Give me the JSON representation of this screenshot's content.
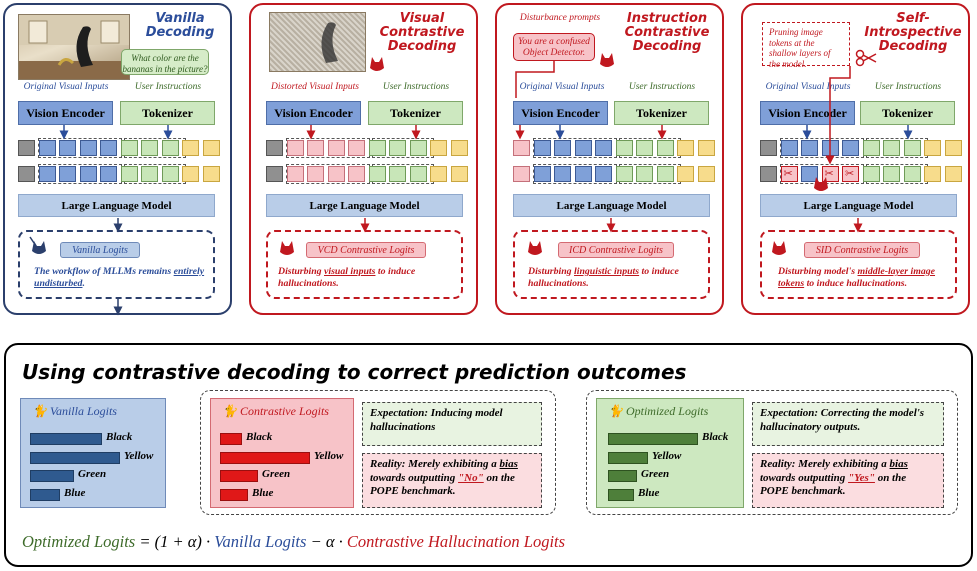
{
  "panels": [
    {
      "title_l1": "Vanilla",
      "title_l2": "Decoding",
      "question": "What color are the bananas in the picture?",
      "img_label": "Original Visual Inputs",
      "instr_label": "User Instructions",
      "encoder": "Vision Encoder",
      "tokenizer": "Tokenizer",
      "llm": "Large Language Model",
      "logits": "Vanilla Logits",
      "desc_a": "The workflow of MLLMs remains",
      "desc_b": "entirely undisturbed",
      "desc_c": "."
    },
    {
      "title_l1": "Visual",
      "title_l2": "Contrastive",
      "title_l3": "Decoding",
      "img_label": "Distorted Visual Inputs",
      "instr_label": "User Instructions",
      "encoder": "Vision Encoder",
      "tokenizer": "Tokenizer",
      "llm": "Large Language Model",
      "logits": "VCD Contrastive Logits",
      "desc_a": "Disturbing ",
      "desc_b": "visual inputs",
      "desc_c": " to induce hallucinations."
    },
    {
      "title_l1": "Instruction",
      "title_l2": "Contrastive",
      "title_l3": "Decoding",
      "disturb_label": "Disturbance prompts",
      "disturb_text": "You are a confused Object Detector.",
      "img_label": "Original Visual Inputs",
      "instr_label": "User Instructions",
      "encoder": "Vision Encoder",
      "tokenizer": "Tokenizer",
      "llm": "Large Language Model",
      "logits": "ICD Contrastive Logits",
      "desc_a": "Disturbing ",
      "desc_b": "linguistic inputs",
      "desc_c": " to induce hallucinations."
    },
    {
      "title_l1": "Self-",
      "title_l2": "Introspective",
      "title_l3": "Decoding",
      "prune_text": "Pruning image tokens at the shallow layers of the model.",
      "img_label": "Original Visual Inputs",
      "instr_label": "User Instructions",
      "encoder": "Vision Encoder",
      "tokenizer": "Tokenizer",
      "llm": "Large Language Model",
      "logits": "SID Contrastive Logits",
      "desc_a": "Disturbing model's ",
      "desc_b": "middle-layer image tokens",
      "desc_c": " to induce hallucinations."
    }
  ],
  "bottom": {
    "title": "Using contrastive decoding to correct prediction outcomes",
    "vanilla": {
      "label": "Vanilla Logits",
      "bars": [
        {
          "name": "Black",
          "value": 0.6
        },
        {
          "name": "Yellow",
          "value": 0.75
        },
        {
          "name": "Green",
          "value": 0.37
        },
        {
          "name": "Blue",
          "value": 0.25
        }
      ]
    },
    "contrastive": {
      "label": "Contrastive Logits",
      "bars": [
        {
          "name": "Black",
          "value": 0.18
        },
        {
          "name": "Yellow",
          "value": 0.75
        },
        {
          "name": "Green",
          "value": 0.32
        },
        {
          "name": "Blue",
          "value": 0.23
        }
      ]
    },
    "optimized": {
      "label": "Optimized Logits",
      "bars": [
        {
          "name": "Black",
          "value": 0.75
        },
        {
          "name": "Yellow",
          "value": 0.33
        },
        {
          "name": "Green",
          "value": 0.24
        },
        {
          "name": "Blue",
          "value": 0.22
        }
      ]
    },
    "exp1": "Expectation: Inducing model hallucinations",
    "real1_a": "Reality: Merely exhibiting a ",
    "real1_b": "bias",
    "real1_c": " towards outputting ",
    "real1_d": "\"No\"",
    "real1_e": " on the POPE benchmark.",
    "exp2": "Expectation: Correcting the model's hallucinatory outputs.",
    "real2_a": "Reality: Merely exhibiting a ",
    "real2_b": "bias",
    "real2_c": " towards outputting ",
    "real2_d": "\"Yes\"",
    "real2_e": " on the POPE benchmark.",
    "formula": {
      "a": "Optimized Logits",
      "b": " = (1 + α) · ",
      "c": "Vanilla Logits",
      "d": " − α · ",
      "e": "Contrastive Hallucination Logits"
    }
  },
  "colors": {
    "blue": "#2b4d9a",
    "red": "#c0181f",
    "green": "#3e6b2a",
    "navy": "#2b3f6c"
  }
}
